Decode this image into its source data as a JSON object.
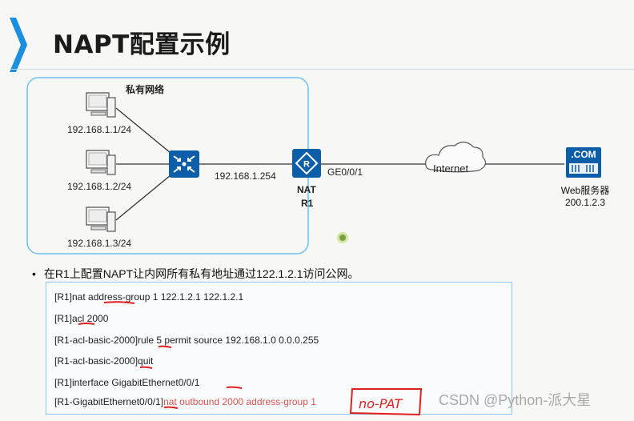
{
  "title": "NAPT配置示例",
  "diagram": {
    "private_network_label": "私有网络",
    "hosts": [
      {
        "ip": "192.168.1.1/24"
      },
      {
        "ip": "192.168.1.2/24"
      },
      {
        "ip": "192.168.1.3/24"
      }
    ],
    "switch_link_ip": "192.168.1.254",
    "router_interface": "GE0/0/1",
    "router_label_line1": "NAT",
    "router_label_line2": "R1",
    "internet_label": "Internet",
    "server_badge": ".COM",
    "server_name": "Web服务器",
    "server_ip": "200.1.2.3"
  },
  "bullet_text": "在R1上配置NAPT让内网所有私有地址通过122.1.2.1访问公网。",
  "config_lines": [
    {
      "text": "[R1]nat address-group 1 122.1.2.1 122.1.2.1"
    },
    {
      "text": "[R1]acl 2000"
    },
    {
      "text": "[R1-acl-basic-2000]rule 5 permit source 192.168.1.0 0.0.0.255"
    },
    {
      "text": "[R1-acl-basic-2000]quit"
    },
    {
      "text": "[R1]interface GigabitEthernet0/0/1"
    },
    {
      "text": "[R1-GigabitEthernet0/0/1]",
      "red_text": "nat outbound 2000 address-group 1"
    }
  ],
  "annotation_text": "no-PAT",
  "watermark": "CSDN @Python-派大星",
  "colors": {
    "accent_blue": "#1a8fe0",
    "device_blue": "#0d5ea8",
    "annotation_red": "#e02020",
    "region_border": "#6cc0f0"
  }
}
